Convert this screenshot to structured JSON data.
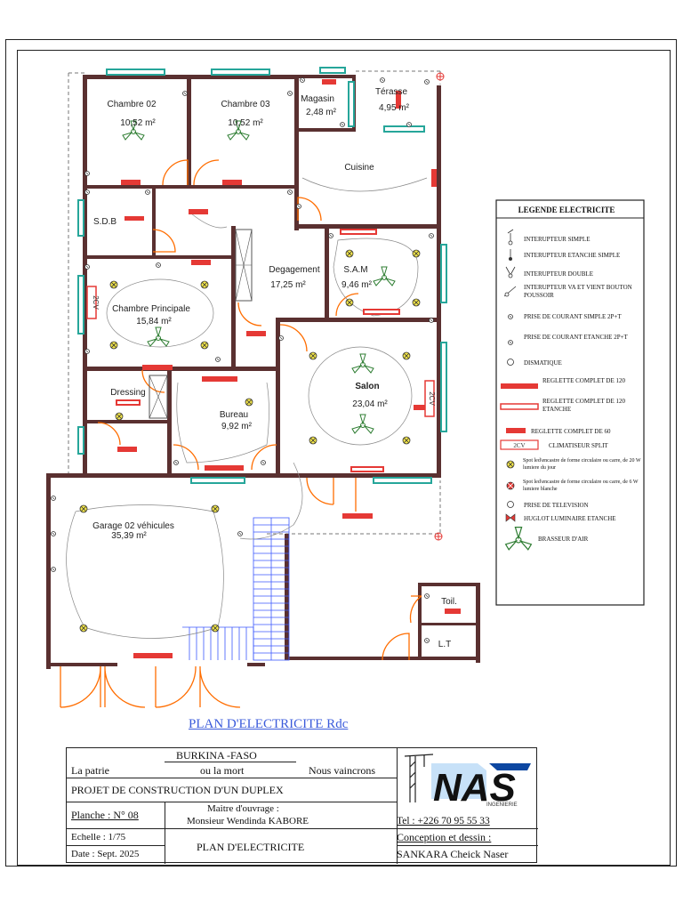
{
  "rooms": {
    "chambre02": {
      "name": "Chambre 02",
      "area": "10,52 m²"
    },
    "chambre03": {
      "name": "Chambre 03",
      "area": "10,52 m²"
    },
    "magasin": {
      "name": "Magasin",
      "area": "2,48 m²"
    },
    "terasse": {
      "name": "Térasse",
      "area": "4,95 m²"
    },
    "cuisine": {
      "name": "Cuisine"
    },
    "sdb": {
      "name": "S.D.B"
    },
    "degagement": {
      "name": "Degagement",
      "area": "17,25 m²"
    },
    "sam": {
      "name": "S.A.M",
      "area": "9,46 m²"
    },
    "chambre_principale": {
      "name": "Chambre Principale",
      "area": "15,84 m²"
    },
    "dressing": {
      "name": "Dressing"
    },
    "salon": {
      "name": "Salon",
      "area": "23,04 m²"
    },
    "bureau": {
      "name": "Bureau",
      "area": "9,92 m²"
    },
    "garage": {
      "name": "Garage 02 véhicules",
      "area": "35,39 m²"
    },
    "toil": {
      "name": "Toil."
    },
    "lt": {
      "name": "L.T"
    }
  },
  "split_tag": "2CV",
  "legend": {
    "title": "LEGENDE ELECTRICITE",
    "items": [
      "INTERUPTEUR SIMPLE",
      "INTERUPTEUR ETANCHE SIMPLE",
      "INTERUPTEUR DOUBLE",
      "INTERUPTEUR VA ET VIENT BOUTON POUSSOIR",
      "PRISE DE COURANT SIMPLE 2P+T",
      "PRISE DE COURANT ETANCHE 2P+T",
      "DISMATIQUE",
      "REGLETTE COMPLET DE 120",
      "REGLETTE COMPLET DE 120 ETANCHE",
      "REGLETTE COMPLET DE 60",
      "CLIMATISEUR SPLIT",
      "Spot led\\encastre de forme circulaire ou carre, de 20 W lumiere du jour",
      "Spot led\\encastre de forme circulaire ou carre, de 6 W lumiere blanche",
      "PRISE DE TELEVISION",
      "HUGLOT LUMINAIRE ETANCHE",
      "BRASSEUR D'AIR"
    ],
    "split_symbol": "2CV"
  },
  "plan_title": "PLAN D'ELECTRICITE Rdc",
  "title_block": {
    "country": "BURKINA -FASO",
    "motto_left": "La patrie",
    "motto_mid": "ou la mort",
    "motto_right": "Nous vaincrons",
    "project": "PROJET DE CONSTRUCTION D'UN DUPLEX",
    "planche": "Planche : N° 08",
    "maitre_label": "Maitre d'ouvrage :",
    "maitre_name": "Monsieur Wendinda KABORE",
    "echelle": "Echelle : 1/75",
    "date": "Date : Sept. 2025",
    "sheet_title": "PLAN D'ELECTRICITE",
    "tel": "Tel : +226 70 95 55 33",
    "conception_label": "Conception et dessin :",
    "designer": "SANKARA Cheick Naser",
    "logo_text": "NAS",
    "logo_sub": "INGENIERIE"
  },
  "colors": {
    "wall": "#5a3030",
    "fixture": "#e53935",
    "window": "#26a69a",
    "door": "#ff6d00",
    "stair": "#3d5afe",
    "spot": "#d4c200"
  }
}
